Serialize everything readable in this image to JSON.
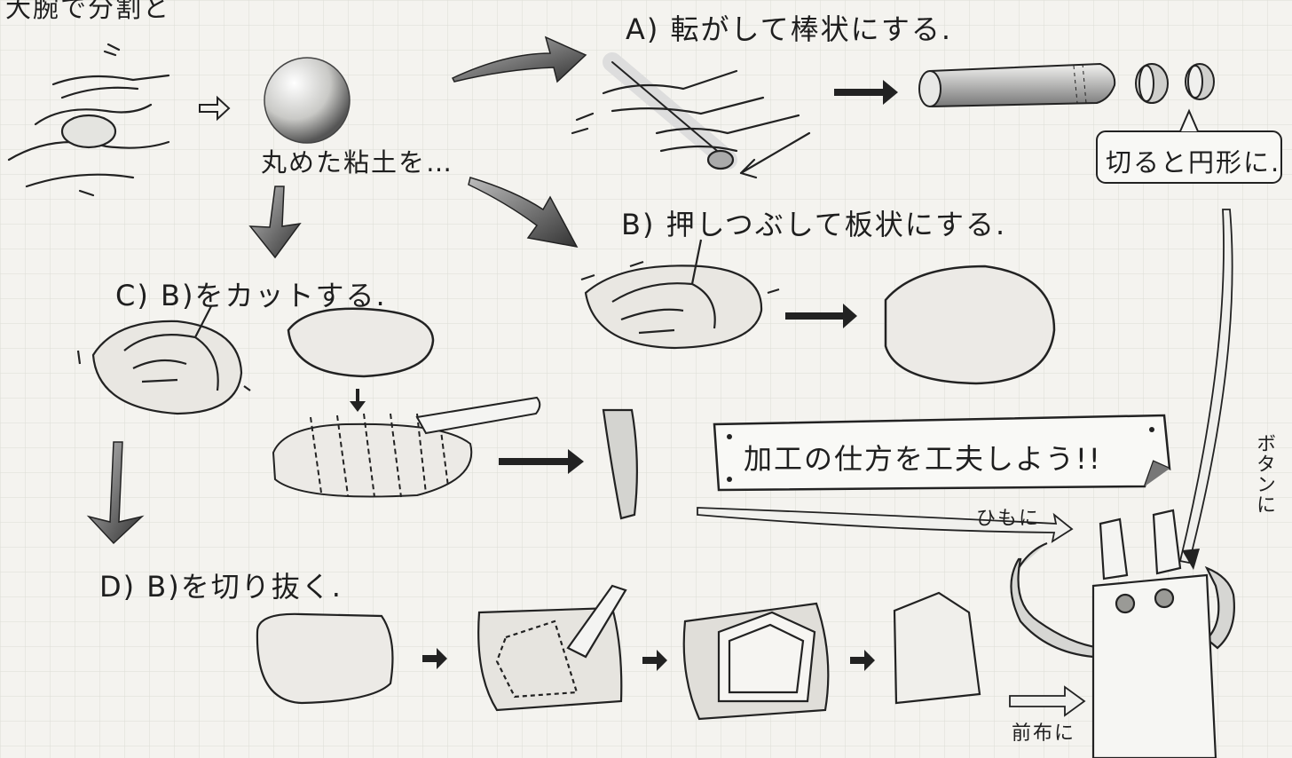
{
  "labels": {
    "top_cut": "大腕で分割と",
    "step_a": "A) 転がして棒状にする.",
    "rounded_clay": "丸めた粘土を…",
    "cut_round": "切ると円形に.",
    "step_b": "B) 押しつぶして板状にする.",
    "step_c": "C) B)をカットする.",
    "banner": "加工の仕方を工夫しよう!!",
    "step_d": "D) B)を切り抜く.",
    "to_string": "ひもに",
    "to_button": "ボタンに",
    "to_apron": "前布に"
  },
  "colors": {
    "paper": "#f4f3ef",
    "grid": "#dcdcd6",
    "ink": "#1e1e1e",
    "clay": "#e9e7e2",
    "shade": "#8c8c8c"
  }
}
